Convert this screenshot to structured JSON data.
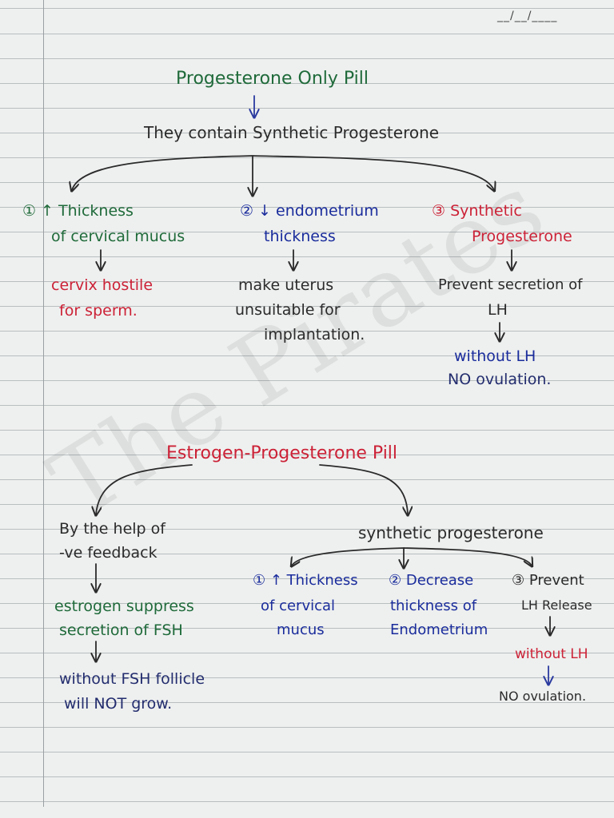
{
  "header": {
    "date": "__/__/____"
  },
  "watermark": "The Pirates",
  "pop": {
    "title": "Progesterone Only Pill",
    "subtitle": "They contain Synthetic Progesterone",
    "b1": {
      "line1": "① ↑ Thickness",
      "line2": "of cervical mucus",
      "result1": "cervix hostile",
      "result2": "for sperm."
    },
    "b2": {
      "line1": "② ↓ endometrium",
      "line2": "thickness",
      "result1": "make uterus",
      "result2": "unsuitable for",
      "result3": "implantation."
    },
    "b3": {
      "line1": "③ Synthetic",
      "line2": "Progesterone",
      "result1": "Prevent secretion of",
      "result2": "LH",
      "result3": "without LH",
      "result4": "NO ovulation."
    }
  },
  "epp": {
    "title": "Estrogen-Progesterone Pill",
    "left": {
      "line1": "By the help of",
      "line2": "-ve feedback",
      "step1": "estrogen suppress",
      "step2": "secretion of FSH",
      "result1": "without FSH follicle",
      "result2": "will NOT grow."
    },
    "right": {
      "title": "synthetic progesterone",
      "b1": {
        "line1": "① ↑ Thickness",
        "line2": "of cervical",
        "line3": "mucus"
      },
      "b2": {
        "line1": "② Decrease",
        "line2": "thickness of",
        "line3": "Endometrium"
      },
      "b3": {
        "line1": "③ Prevent",
        "line2": "LH Release",
        "line3": "without LH",
        "line4": "NO ovulation."
      }
    }
  }
}
